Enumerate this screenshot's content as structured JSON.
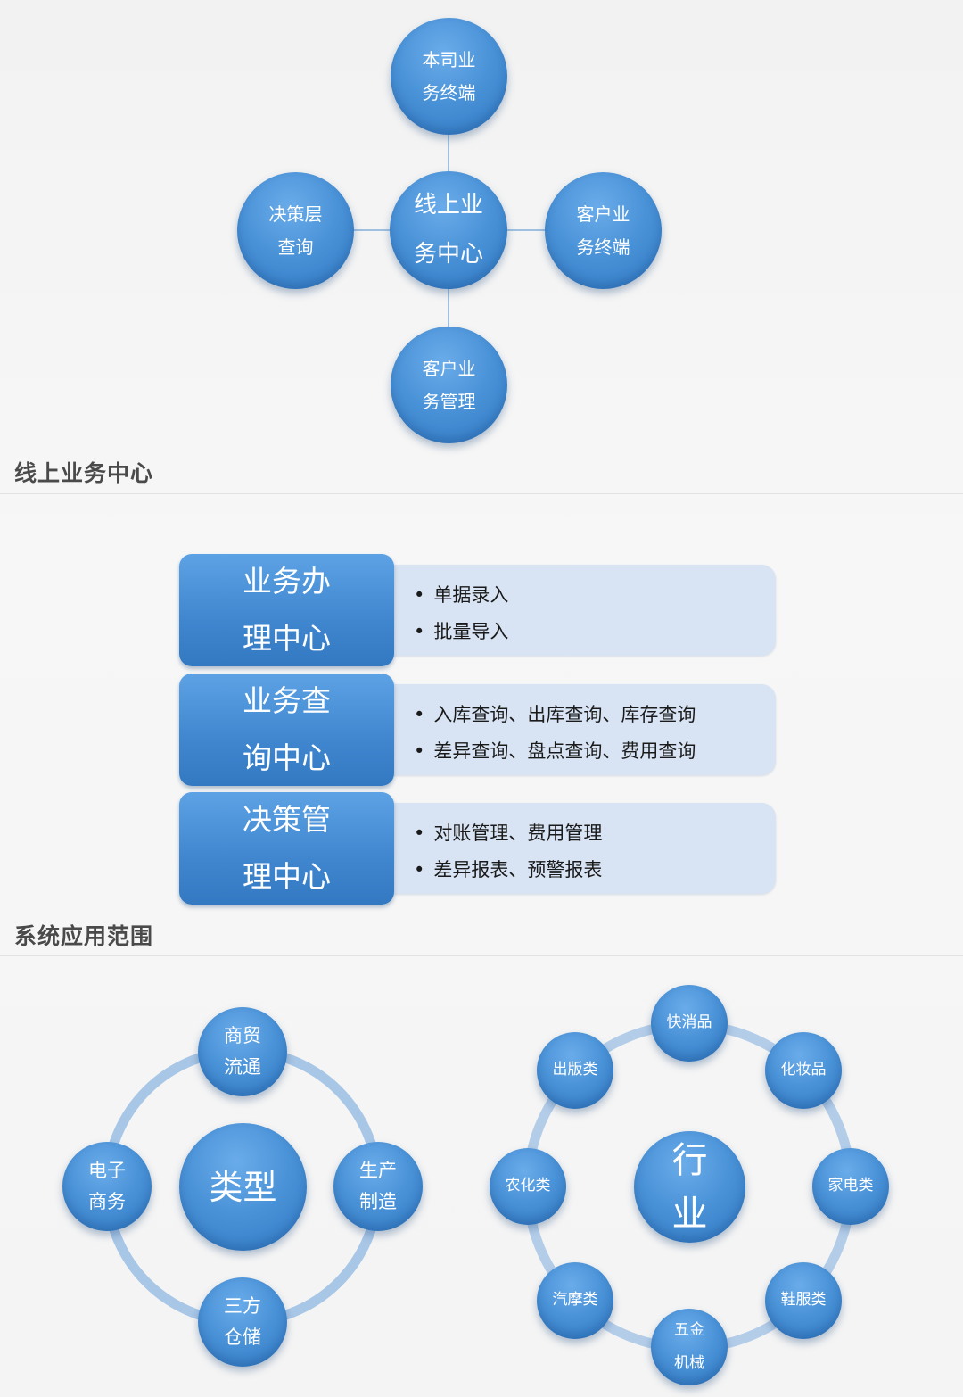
{
  "section1": {
    "title": "线上业务中心",
    "center": [
      "线上业",
      "务中心"
    ],
    "top": [
      "本司业",
      "务终端"
    ],
    "left": [
      "决策层",
      "查询"
    ],
    "right": [
      "客户业",
      "务终端"
    ],
    "bottom": [
      "客户业",
      "务管理"
    ]
  },
  "section2": {
    "title": "系统应用范围",
    "panels": [
      {
        "tab": [
          "业务办",
          "理中心"
        ],
        "items": [
          "单据录入",
          "批量导入"
        ]
      },
      {
        "tab": [
          "业务查",
          "询中心"
        ],
        "items": [
          "入库查询、出库查询、库存查询",
          "差异查询、盘点查询、费用查询"
        ]
      },
      {
        "tab": [
          "决策管",
          "理中心"
        ],
        "items": [
          "对账管理、费用管理",
          "差异报表、预警报表"
        ]
      }
    ]
  },
  "section3": {
    "type_center": "类型",
    "types": {
      "top": [
        "商贸",
        "流通"
      ],
      "left": [
        "电子",
        "商务"
      ],
      "right": [
        "生产",
        "制造"
      ],
      "bottom": [
        "三方",
        "仓储"
      ]
    },
    "industry_center": [
      "行",
      "业"
    ],
    "industries": {
      "top": "快消品",
      "top_right": "化妆品",
      "right": "家电类",
      "bottom_right": "鞋服类",
      "bottom": [
        "五金",
        "机械"
      ],
      "bottom_left": "汽摩类",
      "left": "农化类",
      "top_left": "出版类"
    }
  }
}
